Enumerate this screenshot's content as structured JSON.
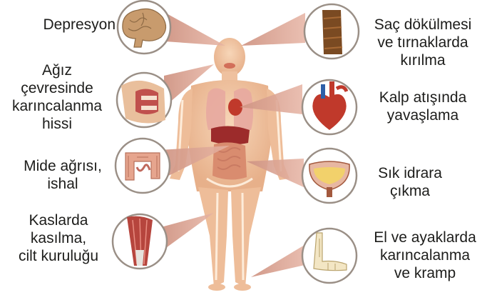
{
  "diagram": {
    "left_labels": [
      {
        "id": "depresyon",
        "lines": [
          "Depresyon"
        ]
      },
      {
        "id": "agiz",
        "lines": [
          "Ağız",
          "çevresinde",
          "karıncalanma",
          "hissi"
        ]
      },
      {
        "id": "mide",
        "lines": [
          "Mide ağrısı,",
          "ishal"
        ]
      },
      {
        "id": "kas",
        "lines": [
          "Kaslarda",
          "kasılma,",
          "cilt kuruluğu"
        ]
      }
    ],
    "right_labels": [
      {
        "id": "sac",
        "lines": [
          "Saç dökülmesi",
          "ve tırnaklarda",
          "kırılma"
        ]
      },
      {
        "id": "kalp",
        "lines": [
          "Kalp atışında",
          "yavaşlama"
        ]
      },
      {
        "id": "idrar",
        "lines": [
          "Sık idrara",
          "çıkma"
        ]
      },
      {
        "id": "el",
        "lines": [
          "El ve ayaklarda",
          "karıncalanma",
          "ve kramp"
        ]
      }
    ],
    "icons": [
      "brain-icon",
      "mouth-cross-section-icon",
      "intestine-icon",
      "muscle-icon",
      "hair-strand-icon",
      "heart-icon",
      "bladder-icon",
      "foot-skeleton-icon"
    ],
    "colors": {
      "skin": "#f2c8a4",
      "connector": "#d89f8b",
      "organ_red": "#c0392b",
      "text": "#1d1d1b"
    }
  }
}
